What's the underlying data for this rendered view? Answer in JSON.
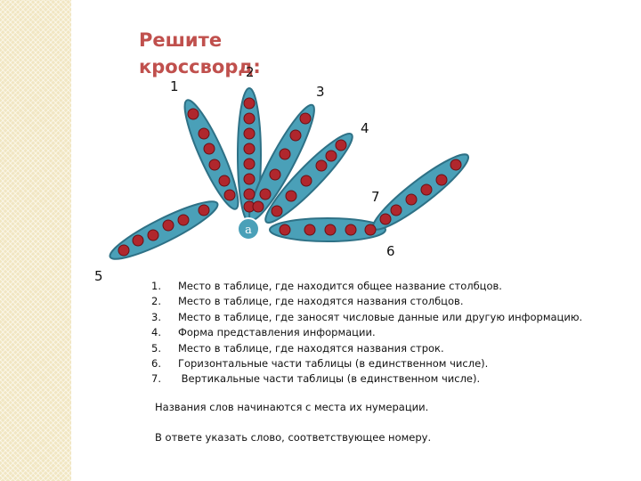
{
  "title": "Решите кроссворд:",
  "center_letter": "а",
  "word_numbers": [
    "1",
    "2",
    "3",
    "4",
    "5",
    "6",
    "7"
  ],
  "clues": [
    {
      "num": "1.",
      "text": "Место в таблице, где находится общее название столбцов."
    },
    {
      "num": "2.",
      "text": "Место в таблице, где находятся названия столбцов."
    },
    {
      "num": "3.",
      "text": "Место в таблице, где заносят числовые данные или другую информацию."
    },
    {
      "num": "4.",
      "text": "Форма представления информации."
    },
    {
      "num": "5.",
      "text": "Место в таблице, где находятся названия строк."
    },
    {
      "num": "6.",
      "text": "Горизонтальные части таблицы (в единственном числе)."
    },
    {
      "num": "7.",
      "text": " Вертикальные части таблицы (в единственном числе)."
    }
  ],
  "note_start": "Названия слов начинаются с места их нумерации.",
  "note_answer": "В ответе указать слово, соответствующее номеру.",
  "colors": {
    "petal_fill": "#4aa0b8",
    "petal_stroke": "#2e7186",
    "cell_fill": "#b0272d",
    "cell_stroke": "#6a1016",
    "title": "#c0504d",
    "center_fill": "#4aa0b8"
  }
}
